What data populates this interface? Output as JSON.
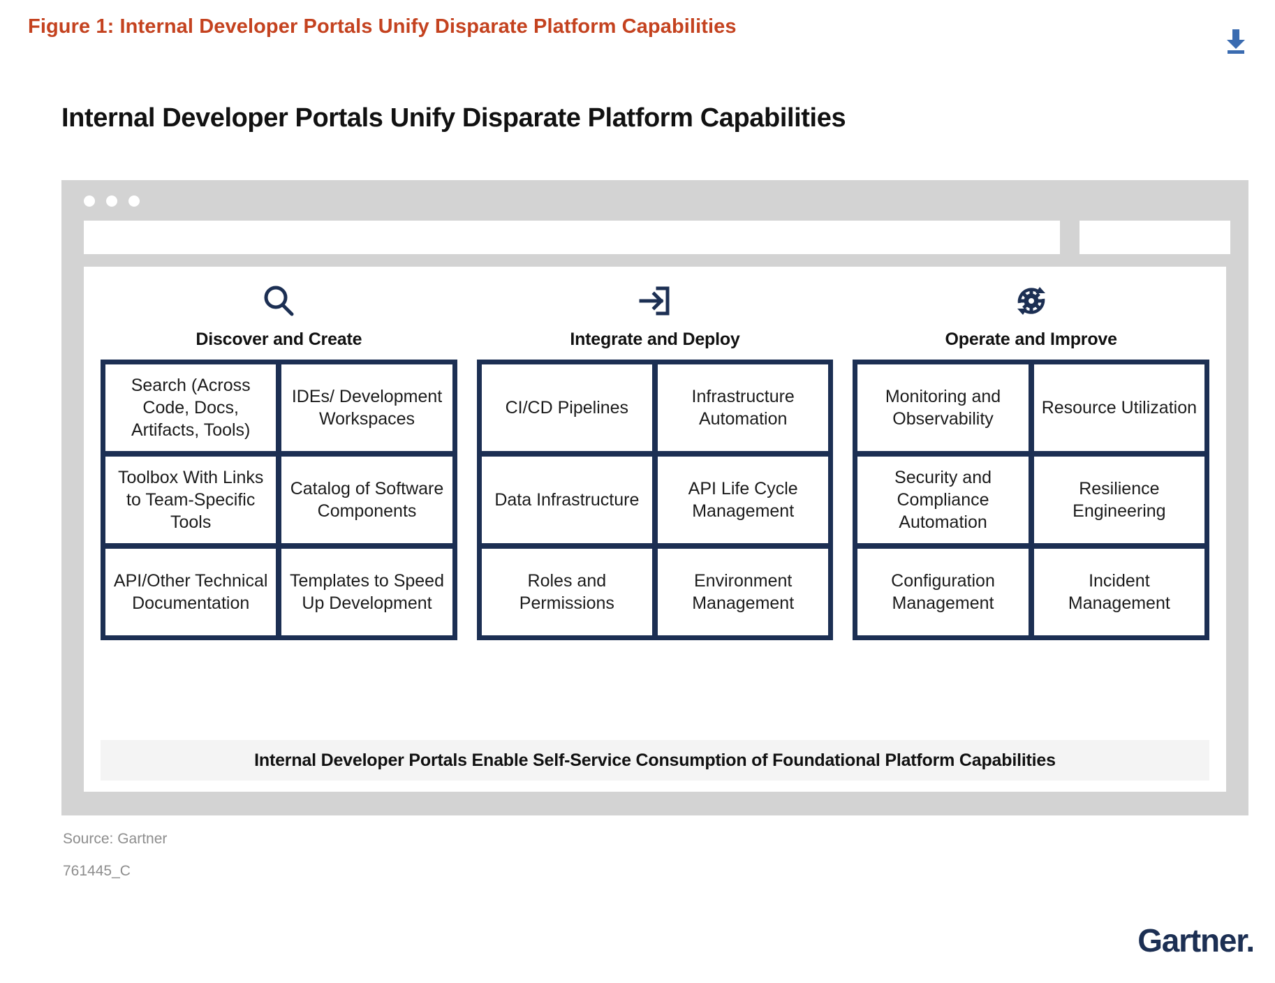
{
  "header": {
    "figure_title": "Figure 1: Internal Developer Portals Unify Disparate Platform Capabilities",
    "title_color": "#c4421f",
    "download_icon": "download-icon",
    "download_color": "#3a6bb0"
  },
  "figure": {
    "heading": "Internal Developer Portals Unify Disparate Platform Capabilities",
    "browser_chrome_color": "#d3d3d3",
    "panel_color": "#1c2f53",
    "columns": [
      {
        "icon": "search-icon",
        "title": "Discover and Create",
        "rows": [
          [
            "Search (Across Code, Docs, Artifacts, Tools)",
            "IDEs/ Development Workspaces"
          ],
          [
            "Toolbox With Links to Team-Specific Tools",
            "Catalog of Software Components"
          ],
          [
            "API/Other Technical Documentation",
            "Templates to Speed Up Development"
          ]
        ]
      },
      {
        "icon": "arrow-into-bracket-icon",
        "title": "Integrate and Deploy",
        "rows": [
          [
            "CI/CD Pipelines",
            "Infrastructure Automation"
          ],
          [
            "Data Infrastructure",
            "API Life Cycle Management"
          ],
          [
            "Roles and Permissions",
            "Environment Management"
          ]
        ]
      },
      {
        "icon": "gear-refresh-icon",
        "title": "Operate and Improve",
        "rows": [
          [
            "Monitoring and Observability",
            "Resource Utilization"
          ],
          [
            "Security and Compliance Automation",
            "Resilience Engineering"
          ],
          [
            "Configuration Management",
            "Incident Management"
          ]
        ]
      }
    ],
    "banner": "Internal Developer Portals Enable Self-Service Consumption of Foundational Platform Capabilities"
  },
  "footer": {
    "source": "Source: Gartner",
    "figure_id": "761445_C",
    "logo": "Gartner."
  }
}
